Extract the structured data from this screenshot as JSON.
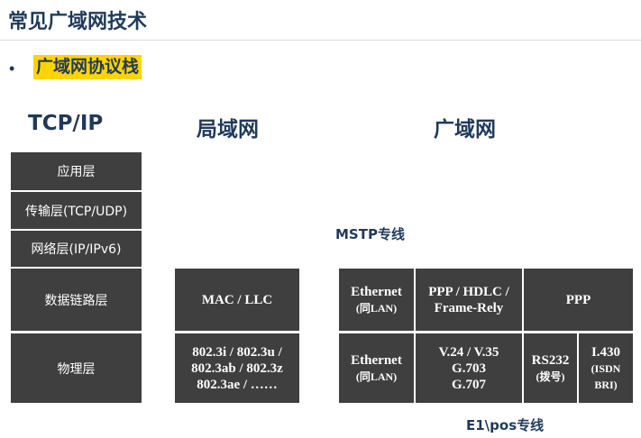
{
  "title": "常见广域网技术",
  "bullet": {
    "symbol": "•",
    "text": "广域网协议栈"
  },
  "columns": {
    "tcpip": "TCP/IP",
    "lan": "局域网",
    "wan": "广域网"
  },
  "tcpip_layers": {
    "app": "应用层",
    "transport": "传输层(TCP/UDP)",
    "network": "网络层(IP/IPv6)",
    "datalink": "数据链路层",
    "physical": "物理层"
  },
  "lan": {
    "datalink": "MAC / LLC",
    "physical": [
      "802.3i / 802.3u /",
      "802.3ab / 802.3z",
      "802.3ae / ……"
    ]
  },
  "wan": {
    "mstp_label": "MSTP专线",
    "e1_label": "E1\\pos专线",
    "datalink": {
      "ethernet": {
        "name": "Ethernet",
        "sub": "(同LAN)"
      },
      "ppp_hdlc": [
        "PPP / HDLC /",
        "Frame-Rely"
      ],
      "ppp": "PPP"
    },
    "physical": {
      "ethernet": {
        "name": "Ethernet",
        "sub": "(同LAN)"
      },
      "v24": [
        "V.24 / V.35",
        "G.703",
        "G.707"
      ],
      "rs232": {
        "name": "RS232",
        "sub": "(拨号)"
      },
      "i430": {
        "name": "I.430",
        "sub": [
          "(ISDN",
          "BRI)"
        ]
      }
    }
  },
  "colors": {
    "box": "#3f3f3f",
    "title": "#1f3a5c",
    "highlight": "#ffd400"
  }
}
